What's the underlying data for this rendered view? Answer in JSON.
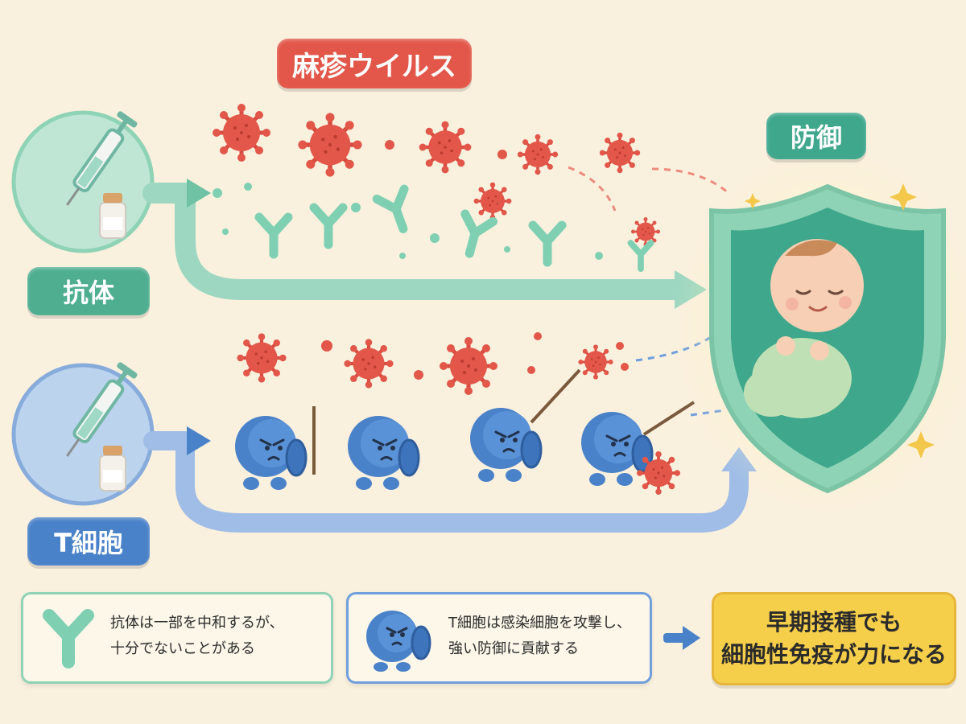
{
  "labels": {
    "virus": "麻疹ウイルス",
    "antibody": "抗体",
    "tcell": "T細胞",
    "defense": "防御"
  },
  "panels": {
    "antibody": {
      "line1": "抗体は一部を中和するが、",
      "line2": "十分でないことがある",
      "icon": "antibody-icon"
    },
    "tcell": {
      "line1": "T細胞は感染細胞を攻撃し、",
      "line2": "強い防御に貢献する",
      "icon": "t-cell-icon"
    },
    "conclusion": {
      "line1": "早期接種でも",
      "line2": "細胞性免疫が力になる"
    }
  },
  "colors": {
    "background": "#faf0de",
    "virus": "#e2574a",
    "antibody": "#7fd0b3",
    "tcell": "#4a82c9",
    "shield": "#3fa78c",
    "conclusion": "#f6cf4a"
  },
  "icons": [
    "syringe-icon",
    "vaccine-vial-icon",
    "virus-icon",
    "antibody-icon",
    "t-cell-icon",
    "shield-icon",
    "baby-icon",
    "sparkle-icon",
    "arrow-icon"
  ]
}
